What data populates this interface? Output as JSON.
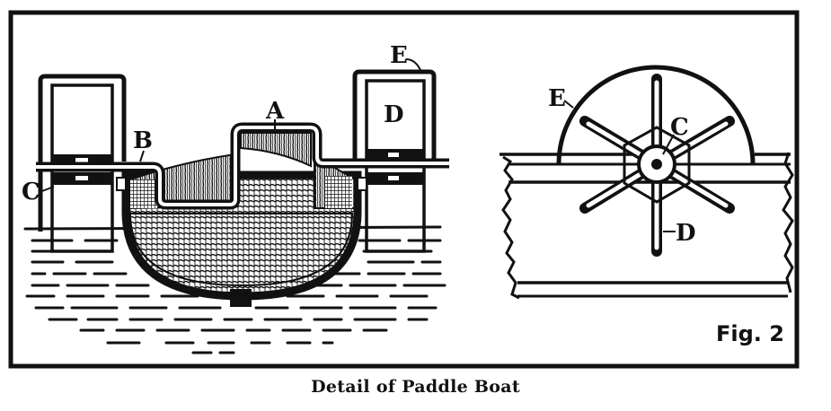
{
  "figure": {
    "caption": "Detail of Paddle Boat",
    "fig_label": "Fig. 2",
    "colors": {
      "ink": "#111111",
      "paper": "#ffffff"
    }
  },
  "left_view": {
    "labels": {
      "A": "A",
      "B": "B",
      "C": "C",
      "D": "D",
      "E": "E"
    }
  },
  "right_view": {
    "labels": {
      "C": "C",
      "D": "D",
      "E": "E"
    }
  }
}
